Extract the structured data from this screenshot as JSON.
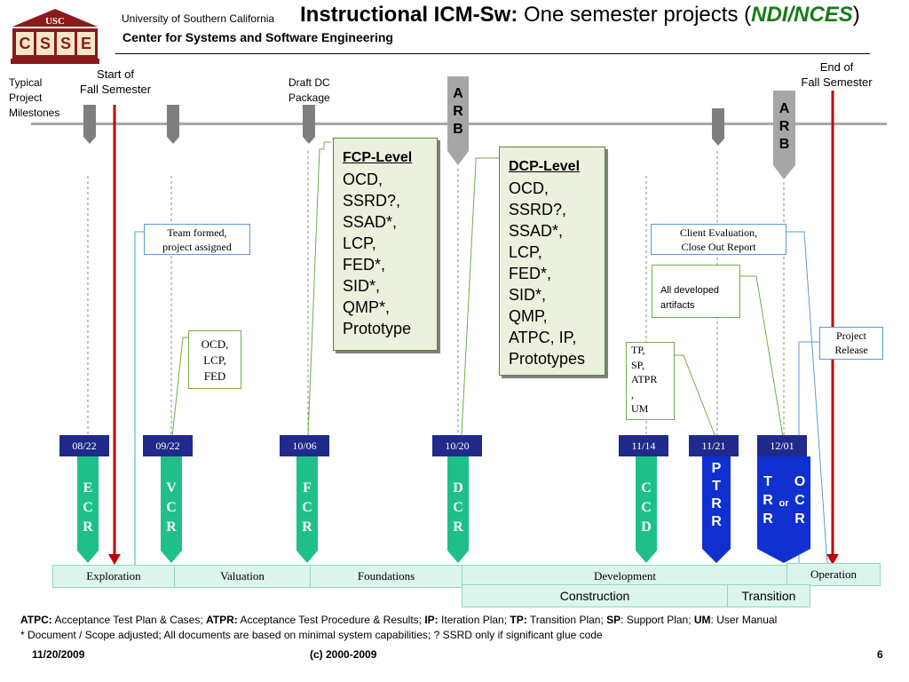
{
  "header": {
    "university": "University of Southern California",
    "center": "Center for Systems and Software Engineering",
    "title_bold": "Instructional ICM-Sw:",
    "title_rest": " One semester projects (",
    "title_green": "NDI/NCES",
    "title_close": ")",
    "logo_top": "USC",
    "logo_letters": [
      "C",
      "S",
      "S",
      "E"
    ]
  },
  "milestones": {
    "typical": "Typical\nProject\nMilestones",
    "start": "Start of\nFall Semester",
    "draft_dc": "Draft DC\nPackage",
    "end": "End of\nFall Semester",
    "arb": "A\nR\nB"
  },
  "boxes": {
    "team_formed": "Team formed,\nproject assigned",
    "ocd_lcp_fed": "OCD,\nLCP,\nFED",
    "client_eval": "Client Evaluation,\nClose Out Report",
    "all_developed": "All developed\nartifacts",
    "tp_sp": "TP,\nSP,\nATPR\n,\nUM",
    "project_release": "Project\nRelease"
  },
  "fcp": {
    "heading": "FCP-Level",
    "items": [
      "OCD,",
      "SSRD?,",
      "SSAD*,",
      "LCP,",
      "FED*,",
      "SID*,",
      "QMP*,",
      "Prototype"
    ]
  },
  "dcp": {
    "heading": "DCP-Level",
    "items": [
      "OCD,",
      "SSRD?,",
      "SSAD*,",
      "LCP,",
      "FED*,",
      "SID*,",
      "QMP,",
      "ATPC, IP,",
      "Prototypes"
    ]
  },
  "dates": [
    "08/22",
    "09/22",
    "10/06",
    "10/20",
    "11/14",
    "11/21",
    "12/01"
  ],
  "reviews": {
    "ecr": "E\nC\nR",
    "vcr": "V\nC\nR",
    "fcr": "F\nC\nR",
    "dcr": "D\nC\nR",
    "ccd": "C\nC\nD",
    "ptrr": "P\nT\nR\nR",
    "trr": "T\nR\nR",
    "or": "or",
    "ocr": "O\nC\nR"
  },
  "phases": {
    "exploration": "Exploration",
    "valuation": "Valuation",
    "foundations": "Foundations",
    "development": "Development",
    "operation": "Operation",
    "construction": "Construction",
    "transition": "Transition"
  },
  "footnotes": {
    "line1": [
      {
        "b": "ATPC:",
        "t": " Acceptance Test Plan & Cases; "
      },
      {
        "b": "ATPR:",
        "t": " Acceptance Test Procedure & Results; "
      },
      {
        "b": "IP:",
        "t": " Iteration Plan; "
      },
      {
        "b": "TP:",
        "t": " Transition Plan; "
      },
      {
        "b": "SP",
        "t": ": Support Plan; "
      },
      {
        "b": "UM",
        "t": ": User Manual"
      }
    ],
    "line2": "* Document / Scope adjusted; All documents are based on minimal system capabilities;  ? SSRD only if significant glue code"
  },
  "footer": {
    "date": "11/20/2009",
    "copyright": "(c) 2000-2009",
    "page": "6"
  },
  "colors": {
    "green_arrow": "#1fbf8a",
    "blue_arrow": "#1030d0",
    "red_arrow": "#c00000",
    "date_fill": "#1f2a8a",
    "logo_red": "#8b1a1a"
  }
}
